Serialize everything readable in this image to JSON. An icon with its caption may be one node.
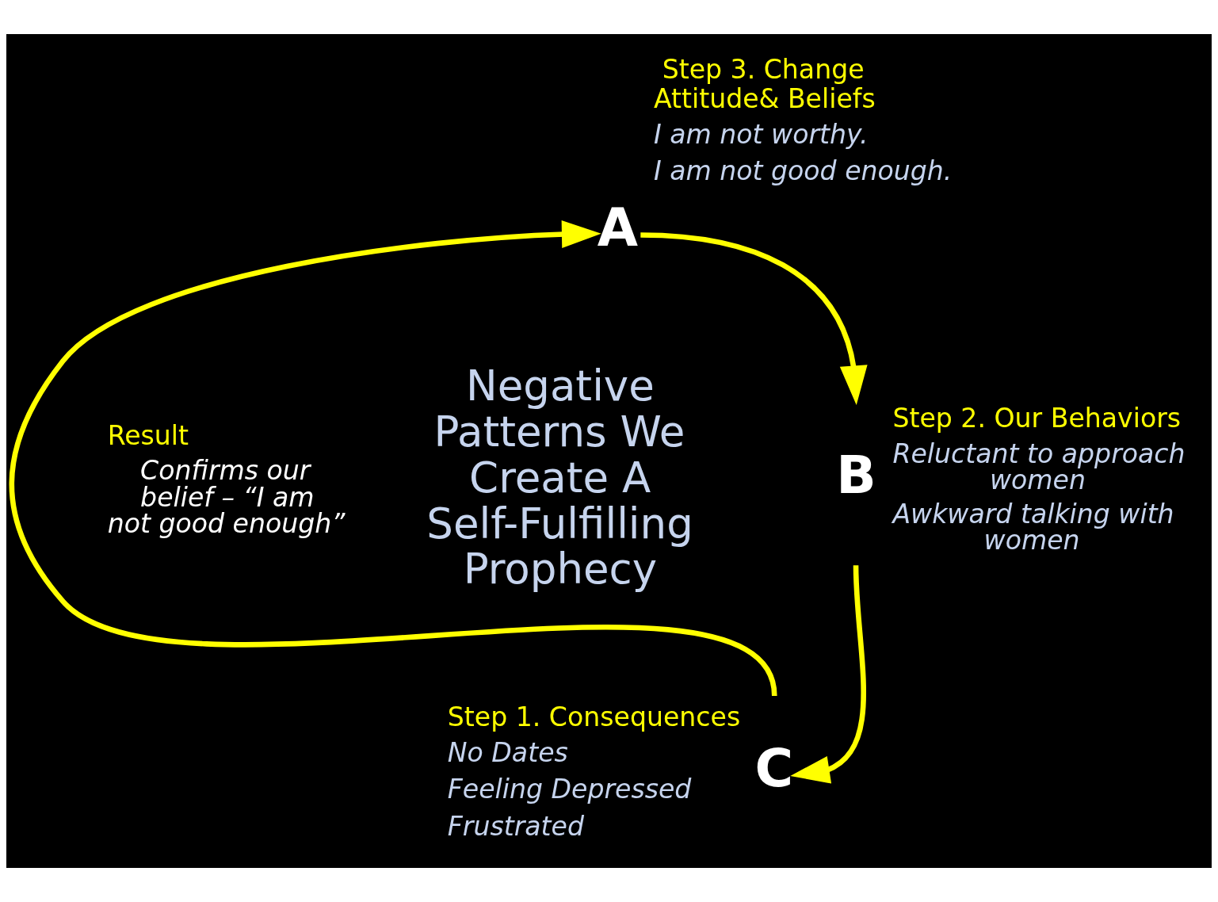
{
  "diagram": {
    "nodes": [
      {
        "text": [
          "A"
        ],
        "beside": [
          "Step 3. Change Attitude& Beliefs",
          "I am not worthy.",
          "I am not good enough."
        ]
      },
      {
        "text": [
          "B"
        ],
        "beside": [
          "Step 2. Our Behaviors",
          "Reluctant to approach women",
          "Awkward talking with women"
        ]
      },
      {
        "text": [
          "C"
        ],
        "beside": [
          "Step 1. Consequences",
          "No Dates",
          "Feeling Depressed",
          "Frustrated"
        ]
      }
    ],
    "edges": [
      {
        "from": 0,
        "to": 1,
        "arrow": "to"
      },
      {
        "from": 1,
        "to": 2,
        "arrow": "to"
      },
      {
        "from": 2,
        "to": 0,
        "arrow": "to"
      }
    ],
    "labels": [
      "Result",
      "Confirms our belief – “I am not good enough”",
      "Negative Patterns We Create A Self-Fulfilling Prophecy"
    ]
  }
}
